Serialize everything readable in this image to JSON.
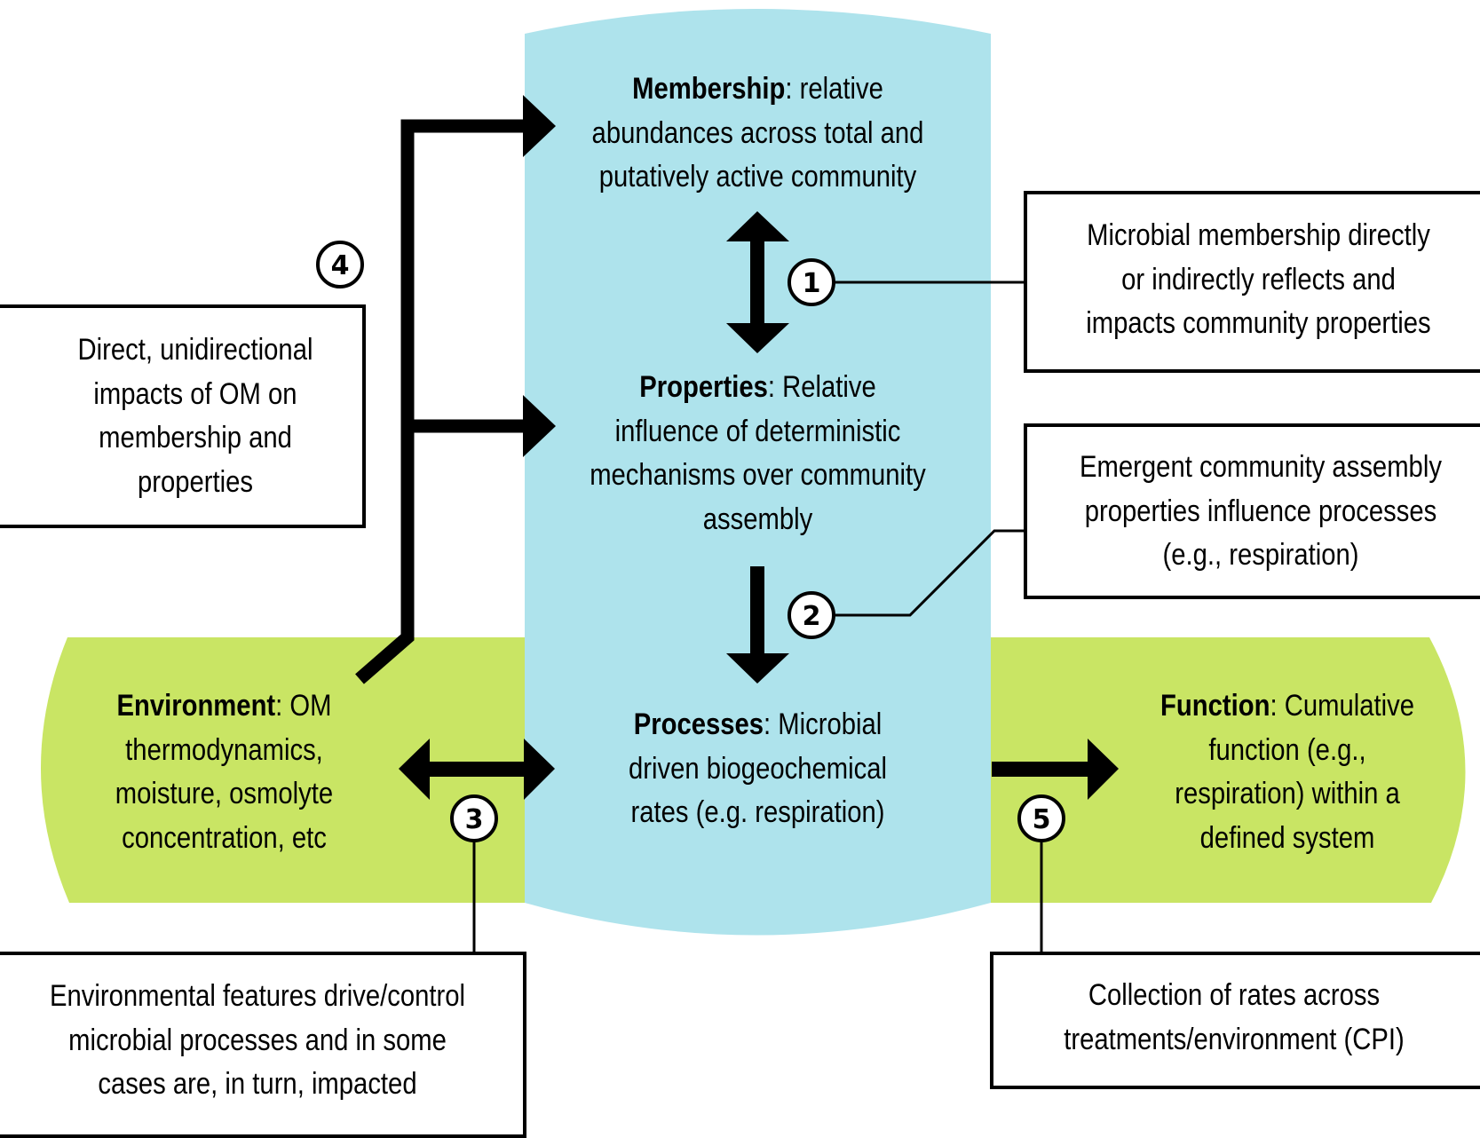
{
  "colors": {
    "blue_column": "#aee3ec",
    "green_band": "#c9e564",
    "arrow": "#000000",
    "box_border": "#000000"
  },
  "nodes": {
    "membership": {
      "title": "Membership",
      "lines": [
        ": relative",
        "abundances across total and",
        "putatively active community"
      ]
    },
    "properties": {
      "title": "Properties",
      "lines": [
        ": Relative",
        "influence of deterministic",
        "mechanisms over community",
        "assembly"
      ]
    },
    "processes": {
      "title": "Processes",
      "lines": [
        ": Microbial",
        "driven biogeochemical",
        "rates (e.g. respiration)"
      ]
    },
    "environment": {
      "title": "Environment",
      "lines": [
        ": OM",
        "thermodynamics,",
        "moisture, osmolyte",
        "concentration, etc"
      ]
    },
    "function": {
      "title": "Function",
      "lines": [
        ": Cumulative",
        "function (e.g.,",
        "respiration) within a",
        "defined system"
      ]
    }
  },
  "callouts": [
    {
      "number": "1",
      "lines": [
        "Microbial membership directly",
        "or indirectly reflects and",
        "impacts community properties"
      ]
    },
    {
      "number": "2",
      "lines": [
        "Emergent community assembly",
        "properties influence processes",
        "(e.g., respiration)"
      ]
    },
    {
      "number": "3",
      "lines": [
        "Environmental features drive/control",
        "microbial processes and in some",
        "cases are, in turn, impacted"
      ]
    },
    {
      "number": "4",
      "lines": [
        "Direct, unidirectional",
        "impacts of OM on",
        "membership and",
        "properties"
      ]
    },
    {
      "number": "5",
      "lines": [
        "Collection of rates across",
        "treatments/environment (CPI)"
      ]
    }
  ]
}
